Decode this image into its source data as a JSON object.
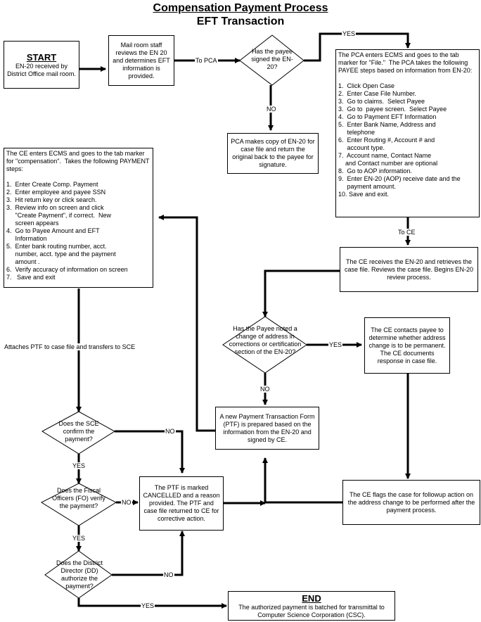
{
  "header": {
    "title": "Compensation Payment Process",
    "subtitle": "EFT Transaction"
  },
  "nodes": {
    "start": {
      "heading": "START",
      "text": "EN-20 received by District Office mail room."
    },
    "mailroom": {
      "text": "Mail room staff reviews the EN 20 and determines EFT information is provided."
    },
    "payee_signed": {
      "question": "Has the payee signed the EN-20?"
    },
    "pca_copy": {
      "text": "PCA makes copy of EN-20 for case file and return the original back to the payee for signature."
    },
    "pca_steps": {
      "intro": "The PCA enters ECMS and goes to the tab marker for \"File.\"  The PCA takes the following  PAYEE steps based on information from EN-20:",
      "steps": [
        "1.  Click Open Case",
        "2.  Enter Case File Number.",
        "3.  Go to claims.  Select Payee",
        "3.  Go to  payee screen.  Select Payee",
        "4.  Go to Payment EFT Information",
        "5.  Enter Bank Name, Address and\n     telephone",
        "6.  Enter Routing #, Account # and\n     account type.",
        "7.  Account name, Contact Name\n    and Contact number are optional",
        "8.  Go to AOP information.",
        "9.  Enter EN-20 (AOP) receive date and the\n     payment amount.",
        "10. Save and exit."
      ]
    },
    "ce_receives": {
      "text": "The CE receives the EN-20 and retrieves the case file.  Reviews the case file. Begins EN-20 review process."
    },
    "address_change": {
      "question": "Has the Payee noted a change of address in corrections or certification  section of the EN-20?"
    },
    "ce_contacts": {
      "text": "The CE contacts payee to determine whether address change is to be permanent.  The CE documents response in case file."
    },
    "ce_steps": {
      "intro": "The CE enters ECMS and goes to the tab marker for \"compensation\".  Takes the following PAYMENT steps:",
      "steps": [
        "1.  Enter Create Comp. Payment",
        "2.  Enter employee and payee SSN",
        "3.  Hit return key or click search.",
        "3.  Review info on screen and click\n     \"Create Payment\", if correct.  New\n     screen appears",
        "4.  Go to Payee Amount and EFT\n     Information",
        "5.  Enter bank routing number, acct.\n     number, acct. type and the payment\n     amount .",
        "6.  Verify accuracy of information on screen",
        "7.   Save and exit"
      ]
    },
    "ptf_new": {
      "text": "A new Payment Transaction Form (PTF) is prepared based on the information from the EN-20 and signed by CE."
    },
    "sce_confirm": {
      "question": "Does the SCE confirm the payment?"
    },
    "fo_verify": {
      "question": "Does the Fiscal Officers (FO) verify the payment?"
    },
    "ptf_cancelled": {
      "text": "The PTF is marked CANCELLED and a reason provided.  The PTF and case file returned to CE for corrective action."
    },
    "ce_flags": {
      "text": "The CE flags the case for followup action on the address change to be performed after the payment process."
    },
    "dd_authorize": {
      "question": "Does the District Director (DD) authorize the payment?"
    },
    "end": {
      "heading": "END",
      "text": "The authorized payment is batched for transmittal to Computer Science Corporation (CSC)."
    }
  },
  "labels": {
    "to_pca": "To PCA",
    "yes_signed": "YES",
    "no_signed": "NO",
    "to_ce": "To CE",
    "yes_address": "YES",
    "no_address": "NO",
    "attaches": "Attaches PTF to case file and transfers to SCE",
    "no_sce": "NO",
    "yes_sce": "YES",
    "no_fo": "NO",
    "yes_fo": "YES",
    "no_dd": "NO",
    "yes_dd": "YES"
  }
}
